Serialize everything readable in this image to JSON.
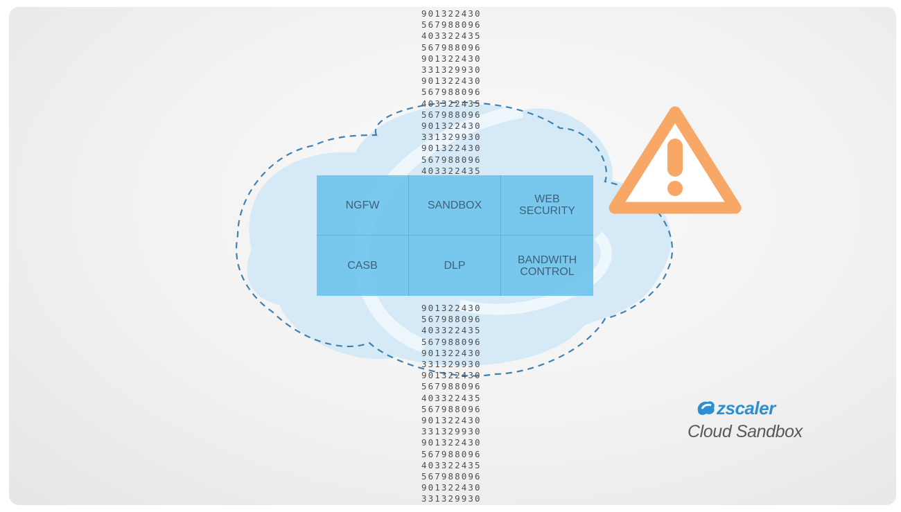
{
  "digits_top": [
    "901322430",
    "567988096",
    "403322435",
    "567988096",
    "901322430",
    "331329930",
    "901322430",
    "567988096",
    "403322435",
    "567988096",
    "901322430",
    "331329930",
    "901322430",
    "567988096",
    "403322435"
  ],
  "digits_bottom": [
    "901322430",
    "567988096",
    "403322435",
    "567988096",
    "901322430",
    "331329930",
    "901322430",
    "567988096",
    "403322435",
    "567988096",
    "901322430",
    "331329930",
    "901322430",
    "567988096",
    "403322435",
    "567988096",
    "901322430",
    "331329930"
  ],
  "grid": {
    "cells": [
      {
        "label": "NGFW"
      },
      {
        "label": "SANDBOX"
      },
      {
        "label": "WEB\nSECURITY"
      },
      {
        "label": "CASB"
      },
      {
        "label": "DLP"
      },
      {
        "label": "BANDWITH\nCONTROL"
      }
    ]
  },
  "brand": {
    "name": "zscaler",
    "product": "Cloud Sandbox"
  },
  "colors": {
    "cloud_fill": "#cde8f5",
    "cloud_outline": "#3f82b0",
    "grid_fill": "#6ec4ec",
    "warning_orange": "#f7a766",
    "brand_blue": "#2b8fd0",
    "brand_gray": "#55585c"
  },
  "icons": [
    "cloud-icon",
    "warning-icon",
    "zscaler-logo-icon"
  ]
}
